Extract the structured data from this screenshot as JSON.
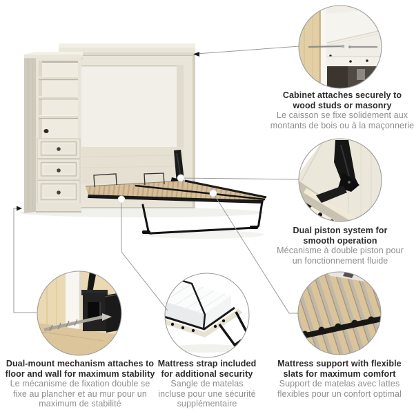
{
  "product_illustration": "murphy-bed-open-with-shelving-unit-and-drawers",
  "colors": {
    "background": "#ffffff",
    "heading_text": "#2b2b2b",
    "subtext": "#8d8d8d",
    "connector_line": "#9a9a9a",
    "circle_border": "#9c9c9c",
    "cabinet_wood": "#e9e5d9",
    "slat_wood": "#d7c099",
    "metal_black": "#1a1a1a"
  },
  "callouts": [
    {
      "id": "cabinet-attachment",
      "image": "cabinet-corner-anchored-to-wood-stud-with-screws",
      "en": [
        "Cabinet attaches securely to",
        "wood studs or masonry"
      ],
      "fr": [
        "Le caisson se fixe solidement aux",
        "montants de bois ou à la maçonnerie"
      ]
    },
    {
      "id": "dual-piston",
      "image": "black-piston-lift-mechanism-inside-cabinet",
      "en": [
        "Dual piston system for",
        "smooth operation"
      ],
      "fr": [
        "Mécanisme à double piston pour",
        "un fonctionnement fluide"
      ]
    },
    {
      "id": "dual-mount",
      "image": "floor-and-wall-mounting-bracket-with-lag-screw",
      "en": [
        "Dual-mount mechanism attaches to",
        "floor and wall for maximum stability"
      ],
      "fr": [
        "Le mécanisme de fixation double se",
        "fixe au plancher et au mur pour un",
        "maximum de stabilité"
      ]
    },
    {
      "id": "mattress-strap",
      "image": "mattress-corner-held-by-strap-on-frame",
      "en": [
        "Mattress strap included",
        "for additional security"
      ],
      "fr": [
        "Sangle de matelas",
        "incluse pour une sécurité",
        "supplémentaire"
      ]
    },
    {
      "id": "slat-support",
      "image": "flexible-wooden-slats-close-up",
      "en": [
        "Mattress support with flexible",
        "slats for maximum comfort"
      ],
      "fr": [
        "Support de matelas avec lattes",
        "flexibles pour un confort optimal"
      ]
    }
  ]
}
